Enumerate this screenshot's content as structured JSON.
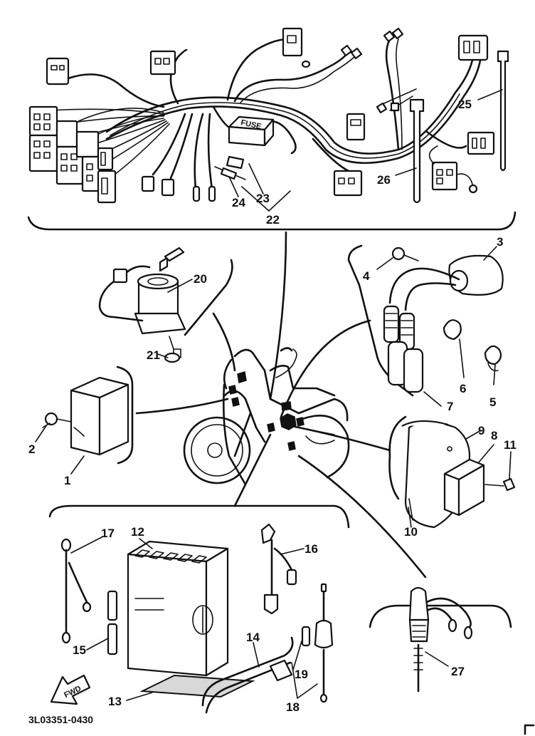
{
  "diagram": {
    "part_code": "3L03351-0430",
    "fuse_marking": "FUSE",
    "fwd_marking": "FWD",
    "callouts": [
      "1",
      "2",
      "3",
      "4",
      "5",
      "6",
      "7",
      "8",
      "9",
      "10",
      "11",
      "12",
      "13",
      "14",
      "15",
      "16",
      "17",
      "18",
      "19",
      "20",
      "21",
      "22",
      "23",
      "24",
      "25",
      "26",
      "27"
    ]
  }
}
